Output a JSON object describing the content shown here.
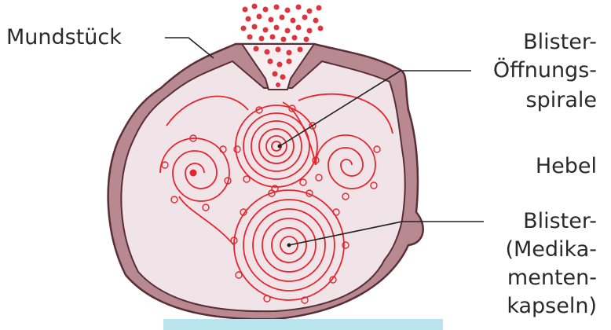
{
  "labels": {
    "mouthpiece": "Mundstück",
    "spiral_line1": "Blister-",
    "spiral_line2": "Öffnungs-",
    "spiral_line3": "spirale",
    "lever": "Hebel",
    "blister_line1": "Blister-",
    "blister_line2": "(Medika-",
    "blister_line3": "menten-",
    "blister_line4": "kapseln)"
  },
  "colors": {
    "housing": "#b98992",
    "housing_stroke": "#5a2e36",
    "interior": "#f1e4e8",
    "spiral_red": "#e6262e",
    "particle_red": "#e0333b",
    "leader_line": "#222222",
    "bottom_strip": "#b9e4ee"
  }
}
